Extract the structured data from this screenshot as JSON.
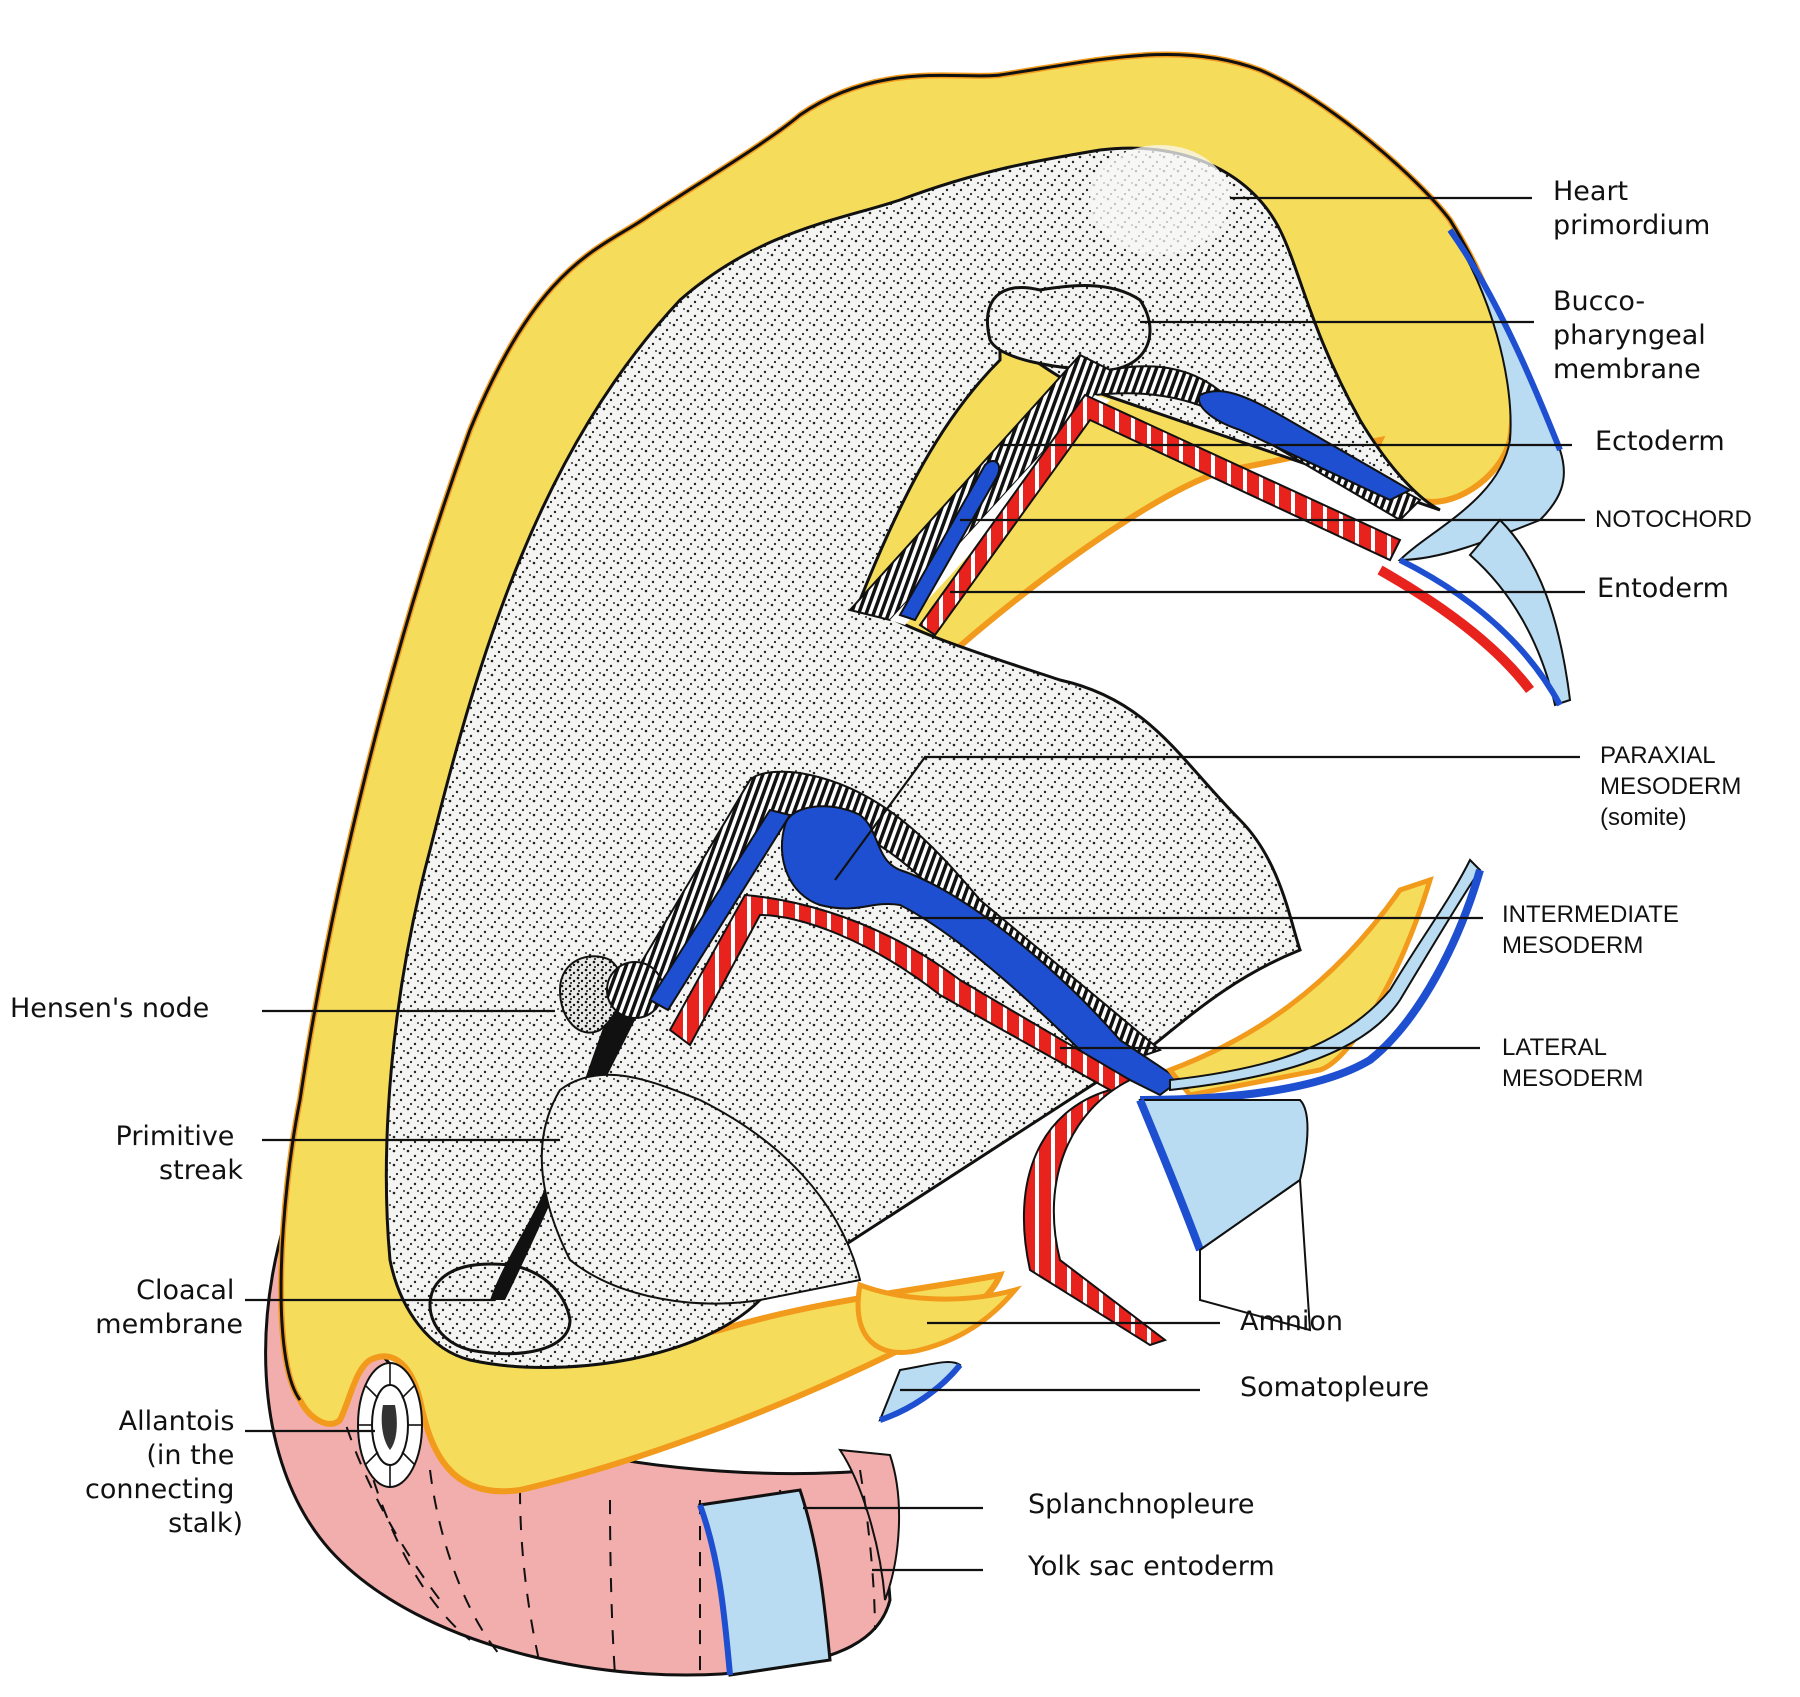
{
  "diagram": {
    "subject": "Embryonic disc cut-away showing germ layers and extraembryonic membranes",
    "colors": {
      "amniotic_cavity": "#f5dc5a",
      "amnion_border": "#f29a1c",
      "embryo_ectoderm_surface": "#f2f2f0",
      "mesoderm": "#1d4fd0",
      "extraembryonic_mesoderm": "#b9dcf2",
      "entoderm": "#e8231e",
      "yolk_sac": "#f2adad",
      "outline": "#111111"
    },
    "labels": {
      "heart_primordium": [
        "Heart",
        "primordium"
      ],
      "buccopharyngeal_membrane": [
        "Bucco-",
        "pharyngeal",
        "membrane"
      ],
      "ectoderm": [
        "Ectoderm"
      ],
      "notochord": [
        "NOTOCHORD"
      ],
      "entoderm": [
        "Entoderm"
      ],
      "paraxial_mesoderm": [
        "PARAXIAL",
        "MESODERM",
        "(somite)"
      ],
      "intermediate_mesoderm": [
        "INTERMEDIATE",
        "MESODERM"
      ],
      "lateral_mesoderm": [
        "LATERAL",
        "MESODERM"
      ],
      "hensens_node": [
        "Hensen's node"
      ],
      "primitive_streak": [
        "Primitive",
        "streak"
      ],
      "cloacal_membrane": [
        "Cloacal",
        "membrane"
      ],
      "allantois": [
        "Allantois",
        "(in the",
        "connecting",
        "stalk)"
      ],
      "amnion": [
        "Amnion"
      ],
      "somatopleure": [
        "Somatopleure"
      ],
      "splanchnopleure": [
        "Splanchnopleure"
      ],
      "yolk_sac_entoderm": [
        "Yolk sac entoderm"
      ]
    }
  }
}
